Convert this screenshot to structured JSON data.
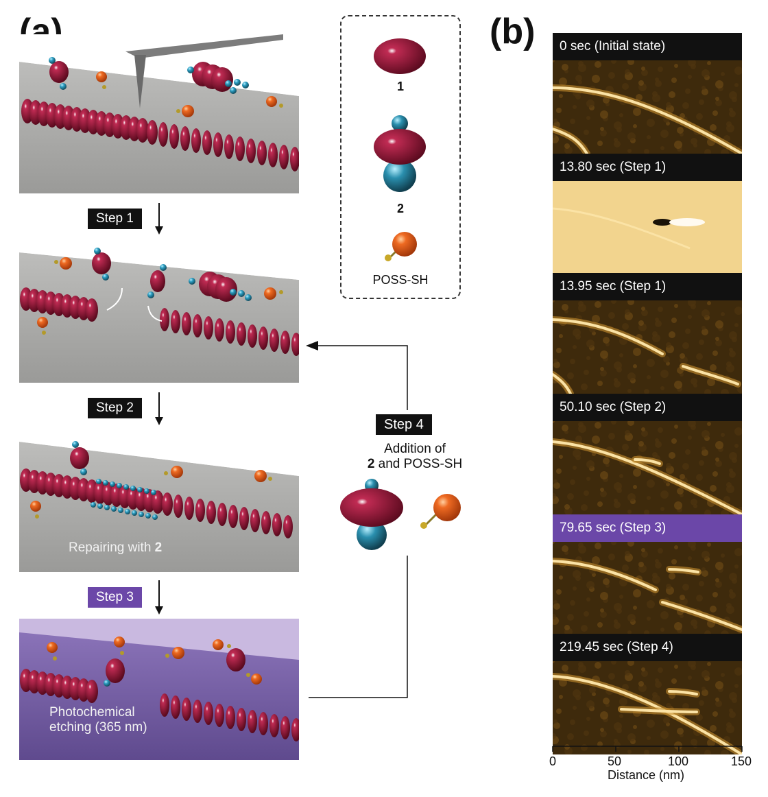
{
  "panel_a_label": "(a)",
  "panel_b_label": "(b)",
  "steps": {
    "step1": "Step 1",
    "step2": "Step 2",
    "step3": "Step 3",
    "step4": "Step 4"
  },
  "legend": {
    "item1": "1",
    "item2": "2",
    "item3": "POSS-SH"
  },
  "step4_note": {
    "line1": "Addition of",
    "bold": "2",
    "line2_rest": " and POSS-SH"
  },
  "scene_captions": {
    "repair_prefix": "Repairing with ",
    "repair_bold": "2",
    "etch_line1": "Photochemical",
    "etch_line2": "etching (365 nm)"
  },
  "afm_frames": [
    {
      "label": "0 sec (Initial state)",
      "style": "dark"
    },
    {
      "label": "13.80 sec (Step 1)",
      "style": "dark"
    },
    {
      "label": "13.95 sec (Step 1)",
      "style": "dark"
    },
    {
      "label": "50.10 sec (Step 2)",
      "style": "dark"
    },
    {
      "label": "79.65 sec (Step 3)",
      "style": "purple"
    },
    {
      "label": "219.45 sec (Step 4)",
      "style": "dark"
    }
  ],
  "axis": {
    "ticks": [
      "0",
      "50",
      "100",
      "150"
    ],
    "xlabel": "Distance (nm)"
  },
  "colors": {
    "molecule1": "#8b0f2e",
    "molecule2_cap": "#2a7e96",
    "poss": "#e0571a",
    "surface_gray": "#a9a9a7",
    "surface_purple": "#6f5a99",
    "step3_tag": "#6b47a8",
    "afm_gold": "#b5852a"
  }
}
